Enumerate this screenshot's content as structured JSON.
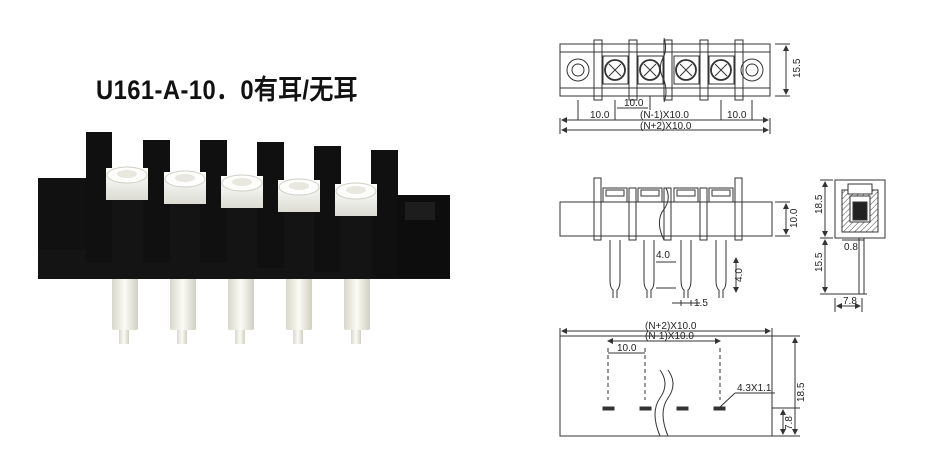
{
  "title": "U161-A-10．0有耳/无耳",
  "top_view": {
    "dim_height": "15.5",
    "dim_pitch": "10.0",
    "dim_left_ear": "10.0",
    "dim_right_ear": "10.0",
    "dim_n_minus_1": "(N-1)X10.0",
    "dim_n_plus_2": "(N+2)X10.0"
  },
  "front_view": {
    "dim_body_height": "10.0",
    "dim_pin_tip_left": "4.0",
    "dim_pin_tip_right": "4.0",
    "dim_pin_width": "1.5"
  },
  "side_view": {
    "dim_total_height": "18.5",
    "dim_pin_length": "15.5",
    "dim_pin_thickness": "0.8",
    "dim_depth": "7.8"
  },
  "footprint": {
    "dim_n_plus_2": "(N+2)X10.0",
    "dim_n_minus_1": "(N-1)X10.0",
    "dim_pitch": "10.0",
    "dim_slot": "4.3X1.1",
    "dim_height": "18.5",
    "dim_offset": "7.8"
  },
  "colors": {
    "body": "#111111",
    "screw": "#f2f2ee",
    "pin": "#efefe6",
    "line": "#333333"
  }
}
